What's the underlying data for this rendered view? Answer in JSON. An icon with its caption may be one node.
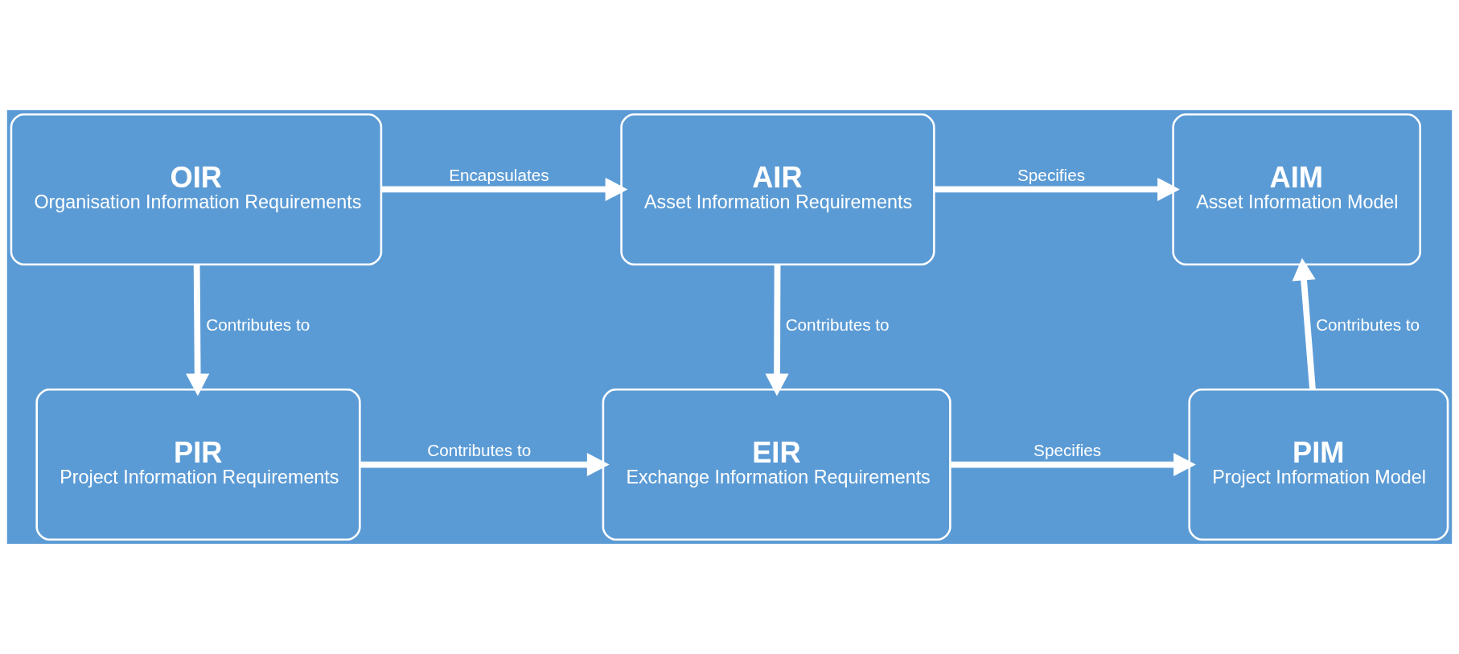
{
  "diagram": {
    "nodes": [
      {
        "text": [
          "OIR",
          "Organisation Information Requirements"
        ]
      },
      {
        "text": [
          "AIR",
          "Asset Information Requirements"
        ]
      },
      {
        "text": [
          "AIM",
          "Asset Information Model"
        ]
      },
      {
        "text": [
          "PIR",
          "Project Information Requirements"
        ]
      },
      {
        "text": [
          "EIR",
          "Exchange Information Requirements"
        ]
      },
      {
        "text": [
          "PIM",
          "Project Information Model"
        ]
      }
    ],
    "edges": [
      {
        "from": 0,
        "to": 1,
        "arrow": "to",
        "label": "Encapsulates"
      },
      {
        "from": 1,
        "to": 2,
        "arrow": "to",
        "label": "Specifies"
      },
      {
        "from": 0,
        "to": 3,
        "arrow": "to",
        "label": "Contributes to"
      },
      {
        "from": 1,
        "to": 4,
        "arrow": "to",
        "label": "Contributes to"
      },
      {
        "from": 5,
        "to": 2,
        "arrow": "to",
        "label": "Contributes to"
      },
      {
        "from": 3,
        "to": 4,
        "arrow": "to",
        "label": "Contributes to"
      },
      {
        "from": 4,
        "to": 5,
        "arrow": "to",
        "label": "Specifies"
      }
    ]
  }
}
